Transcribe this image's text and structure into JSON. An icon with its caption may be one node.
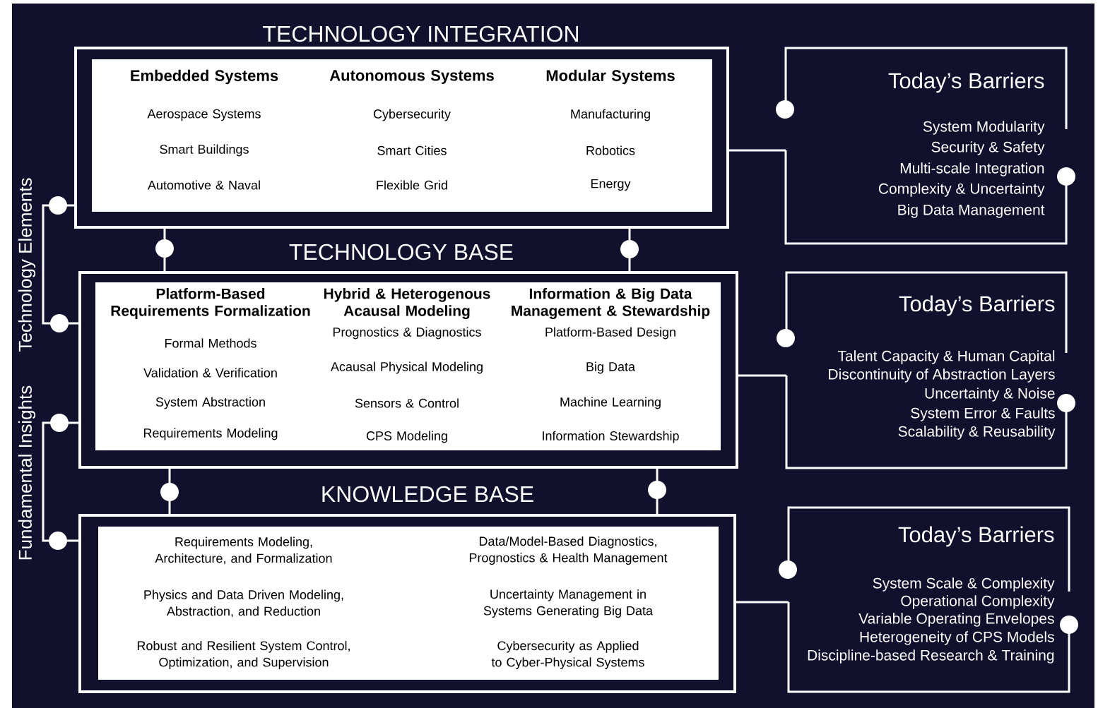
{
  "diagram": {
    "nodes": [
      {
        "text": [
          "TECHNOLOGY INTEGRATION"
        ]
      },
      {
        "text": [
          "Embedded Systems",
          "Aerospace Systems",
          "Smart Buildings",
          "Automotive & Naval",
          "Autonomous Systems",
          "Cybersecurity",
          "Smart Cities",
          "Flexible Grid",
          "Modular Systems",
          "Manufacturing",
          "Robotics",
          "Energy"
        ],
        "in": 0
      },
      {
        "text": [
          "TECHNOLOGY BASE"
        ]
      },
      {
        "text": [
          "Platform-Based Requirements Formalization",
          "Formal Methods",
          "Validation & Verification",
          "System Abstraction",
          "Requirements Modeling",
          "Hybrid & Heterogenous Acausal Modeling",
          "Prognostics & Diagnostics",
          "Acausal Physical Modeling",
          "Sensors & Control",
          "CPS Modeling",
          "Information & Big Data Management & Stewardship",
          "Platform-Based Design",
          "Big Data",
          "Machine Learning",
          "Information Stewardship"
        ],
        "in": 2
      },
      {
        "text": [
          "KNOWLEDGE BASE"
        ]
      },
      {
        "text": [
          "Requirements Modeling, Architecture, and Formalization",
          "Physics and Data Driven Modeling, Abstraction, and Reduction",
          "Robust and Resilient System Control, Optimization, and Supervision",
          "Data/Model-Based Diagnostics, Prognostics & Health Management",
          "Uncertainty Management in Systems Generating Big Data",
          "Cybersecurity as Applied to Cyber-Physical Systems"
        ],
        "in": 4
      },
      {
        "text": [
          "Today’s Barriers",
          "System Modularity",
          "Security & Safety",
          "Multi-scale Integration",
          "Complexity & Uncertainty",
          "Big Data Management"
        ]
      },
      {
        "text": [
          "Today’s Barriers",
          "Talent Capacity & Human Capital",
          "Discontinuity of Abstraction Layers",
          "Uncertainty & Noise",
          "System Error & Faults",
          "Scalability & Reusability"
        ]
      },
      {
        "text": [
          "Today’s Barriers",
          "System Scale & Complexity",
          "Operational Complexity",
          "Variable Operating Envelopes",
          "Heterogeneity of CPS Models",
          "Discipline-based Research & Training"
        ]
      }
    ],
    "edges": [
      {
        "from": 0,
        "to": 2,
        "arrow": "none"
      },
      {
        "from": 2,
        "to": 4,
        "arrow": "none"
      },
      {
        "from": 0,
        "to": 2,
        "arrow": "none"
      },
      {
        "from": 0,
        "to": 2,
        "arrow": "none"
      },
      {
        "from": 2,
        "to": 4,
        "arrow": "none"
      },
      {
        "from": 2,
        "to": 4,
        "arrow": "none"
      },
      {
        "from": 0,
        "to": 6,
        "arrow": "none"
      },
      {
        "from": 2,
        "to": 7,
        "arrow": "none"
      },
      {
        "from": 4,
        "to": 8,
        "arrow": "none"
      }
    ],
    "labels": [
      "Technology Elements",
      "Fundamental Insights"
    ]
  }
}
